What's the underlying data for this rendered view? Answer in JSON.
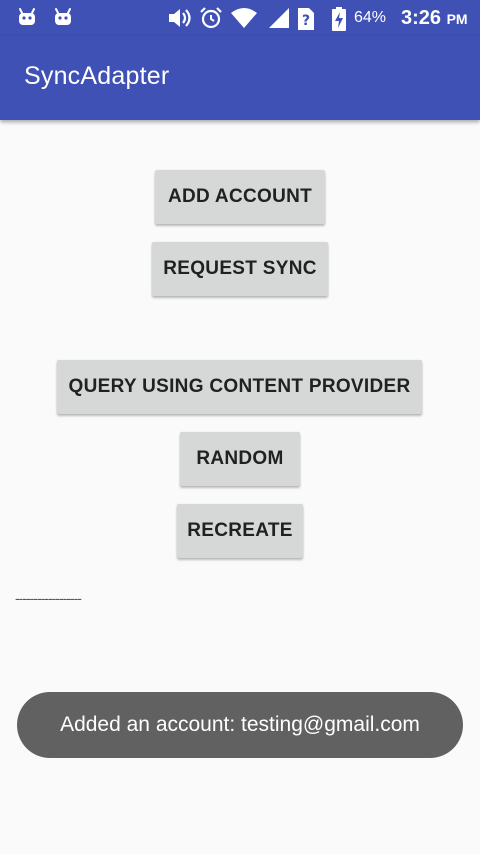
{
  "status_bar": {
    "battery_percent": "64%",
    "time": "3:26",
    "ampm": "PM",
    "icons": [
      "android-notification-icon",
      "android-notification-icon",
      "volume-icon",
      "alarm-icon",
      "wifi-icon",
      "signal-icon",
      "no-sim-icon",
      "battery-charging-icon"
    ]
  },
  "app_bar": {
    "title": "SyncAdapter",
    "color": "#3f51b5"
  },
  "buttons": {
    "add_account": "ADD ACCOUNT",
    "request_sync": "REQUEST SYNC",
    "query_content_provider": "QUERY USING CONTENT PROVIDER",
    "random": "RANDOM",
    "recreate": "RECREATE"
  },
  "output_text": "------------------",
  "toast": {
    "message": "Added an account: testing@gmail.com"
  }
}
